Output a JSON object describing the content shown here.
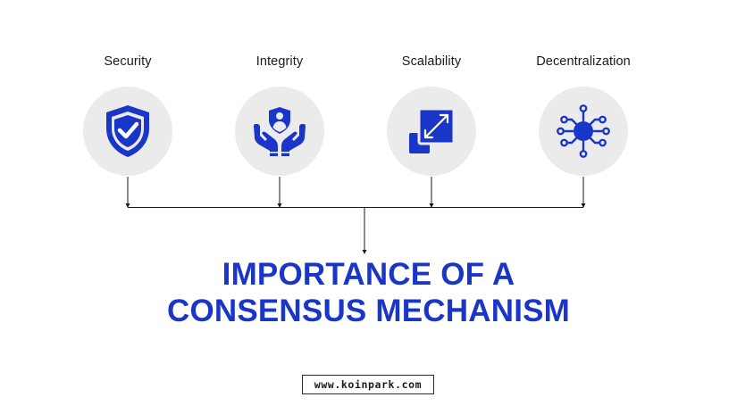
{
  "pillars": [
    {
      "label": "Security",
      "icon": "shield-check-icon"
    },
    {
      "label": "Integrity",
      "icon": "hands-protect-person-icon"
    },
    {
      "label": "Scalability",
      "icon": "resize-arrows-icon"
    },
    {
      "label": "Decentralization",
      "icon": "network-hub-icon"
    }
  ],
  "title": {
    "line1": "IMPORTANCE OF A",
    "line2": "CONSENSUS MECHANISM"
  },
  "footer": {
    "url": "www.koinpark.com"
  },
  "colors": {
    "accent": "#1a36c9",
    "circle_bg": "#ebebec",
    "connector": "#1a1a1a"
  }
}
